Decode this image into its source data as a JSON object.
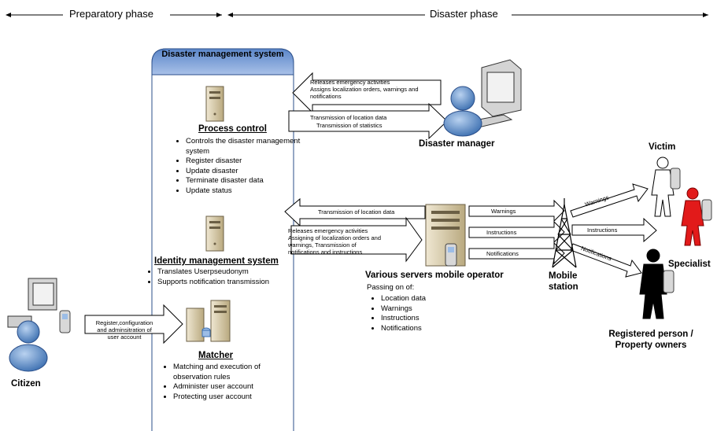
{
  "phases": {
    "preparatory": "Preparatory phase",
    "disaster": "Disaster phase"
  },
  "dms": {
    "title": "Disaster management system",
    "process_control": {
      "title": "Process control",
      "items": [
        "Controls the disaster management system",
        "Register disaster",
        "Update disaster",
        "Terminate disaster data",
        "Update status"
      ]
    },
    "identity": {
      "title": "Identity management system",
      "items": [
        "Translates Userpseudonym",
        "Supports notification transmission"
      ]
    },
    "matcher": {
      "title": "Matcher",
      "items": [
        "Matching and execution of observation rules",
        "Administer user account",
        "Protecting user account"
      ]
    }
  },
  "arrows": {
    "releases": "Releases emergency activities",
    "assigns": "Assigns localization orders, warnings and notifications",
    "transmission_location": "Transmission of location data",
    "transmission_statistics": "Transmission of statistics",
    "transmission_location2": "Transmission of location data",
    "releases2": "Releases emergency activities",
    "assigning2": "Assigning of localization orders and",
    "warnings_tx": "warnings, Transmission of",
    "notif_instr": "notifications and instructions",
    "register_l1": "Register,configuration",
    "register_l2": "and adminsitration of",
    "register_l3": "user account",
    "warnings": "Warnings",
    "instructions": "Instructions",
    "notifications": "Notifications",
    "warnings_r": "Warnings",
    "instructions_r": "Instructions",
    "notifications_r": "Notifications"
  },
  "actors": {
    "disaster_manager": "Disaster manager",
    "citizen": "Citizen",
    "victim": "Victim",
    "specialist": "Specialist",
    "registered_l1": "Registered person /",
    "registered_l2": "Property owners",
    "mobile_l1": "Mobile",
    "mobile_l2": "station"
  },
  "operator": {
    "title": "Various servers mobile operator",
    "subtitle": "Passing on of:",
    "items": [
      "Location data",
      "Warnings",
      "Instructions",
      "Notifications"
    ]
  },
  "colors": {
    "person_blue": "#4f86c6",
    "specialist_red": "#e21a1a",
    "header_blue": "#7fa3d8",
    "server_tan": "#cdbf9e"
  }
}
